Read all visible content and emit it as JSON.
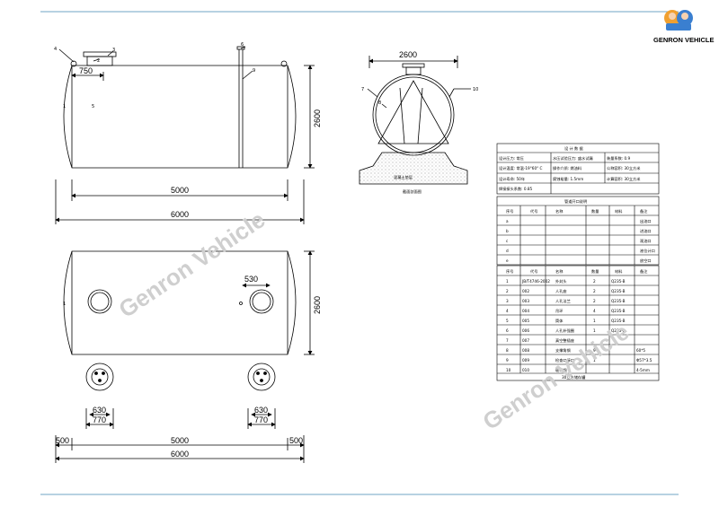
{
  "brand": {
    "name": "GENRON VEHICLE"
  },
  "watermark": "Genron Vehicle",
  "side_view": {
    "callouts": [
      "4",
      "2",
      "3",
      "6",
      "9",
      "1",
      "5"
    ],
    "dims": {
      "manhole_offset": "750",
      "height": "2600",
      "body": "5000",
      "overall": "6000"
    }
  },
  "section_view": {
    "callouts": [
      "7",
      "8",
      "10"
    ],
    "width": "2600",
    "ground_label": "混凝土垫层",
    "caption": "截面剖面图"
  },
  "bottom_view": {
    "callout": "1",
    "dims": {
      "nozzle": "530",
      "height": "2600",
      "w1a": "630",
      "w1b": "770",
      "w2a": "630",
      "w2b": "770",
      "l_end": "500",
      "body": "5000",
      "r_end": "500",
      "overall": "6000"
    }
  },
  "design_table": {
    "title": "设 计 数 据",
    "rows": [
      [
        "设计压力: 常压",
        "水压试验压力: 盛水试漏",
        "装量系数: 0.9"
      ],
      [
        "设计温度: 常温-19°60° C",
        "操作介质: 燃油料",
        "公称容积: 30立方米"
      ],
      [
        "设计寿命: 50年",
        "腐蚀裕量: 1.5mm",
        "计算容积: 30立方米"
      ],
      [
        "焊接接头系数: 0.85",
        "",
        ""
      ]
    ]
  },
  "nozzle_table": {
    "title": "管道开口说明",
    "headers": [
      "序号",
      "代号",
      "名称",
      "数量",
      "材料",
      "备注"
    ],
    "rows": [
      [
        "a",
        "",
        "",
        "",
        "",
        "出油口"
      ],
      [
        "b",
        "",
        "",
        "",
        "",
        "进油口"
      ],
      [
        "c",
        "",
        "",
        "",
        "",
        "观油口"
      ],
      [
        "d",
        "",
        "",
        "",
        "",
        "液位计口"
      ],
      [
        "e",
        "",
        "",
        "",
        "",
        "放空口"
      ]
    ]
  },
  "parts_table": {
    "headers": [
      "序号",
      "代号",
      "名称",
      "数量",
      "材料",
      "备注"
    ],
    "rows": [
      [
        "1",
        "JB/T4746-2002",
        "外封头",
        "2",
        "Q235-B",
        ""
      ],
      [
        "2",
        "002",
        "人孔座",
        "2",
        "Q235-B",
        ""
      ],
      [
        "3",
        "003",
        "人孔法兰",
        "2",
        "Q235-B",
        ""
      ],
      [
        "4",
        "004",
        "吊环",
        "4",
        "Q235-B",
        ""
      ],
      [
        "5",
        "005",
        "筒体",
        "1",
        "Q235-B",
        ""
      ],
      [
        "6",
        "006",
        "人孔补强圈",
        "1",
        "Q235-B",
        ""
      ],
      [
        "7",
        "007",
        "真空整插座",
        "",
        "",
        ""
      ],
      [
        "8",
        "008",
        "支撑角钢",
        "9",
        "",
        "60*5"
      ],
      [
        "9",
        "009",
        "检查口接口",
        "1",
        "",
        "Φ57*3.5"
      ],
      [
        "10",
        "010",
        "玻璃钢",
        "",
        "",
        "4-5mm"
      ]
    ],
    "footer": "30立方储存罐"
  }
}
